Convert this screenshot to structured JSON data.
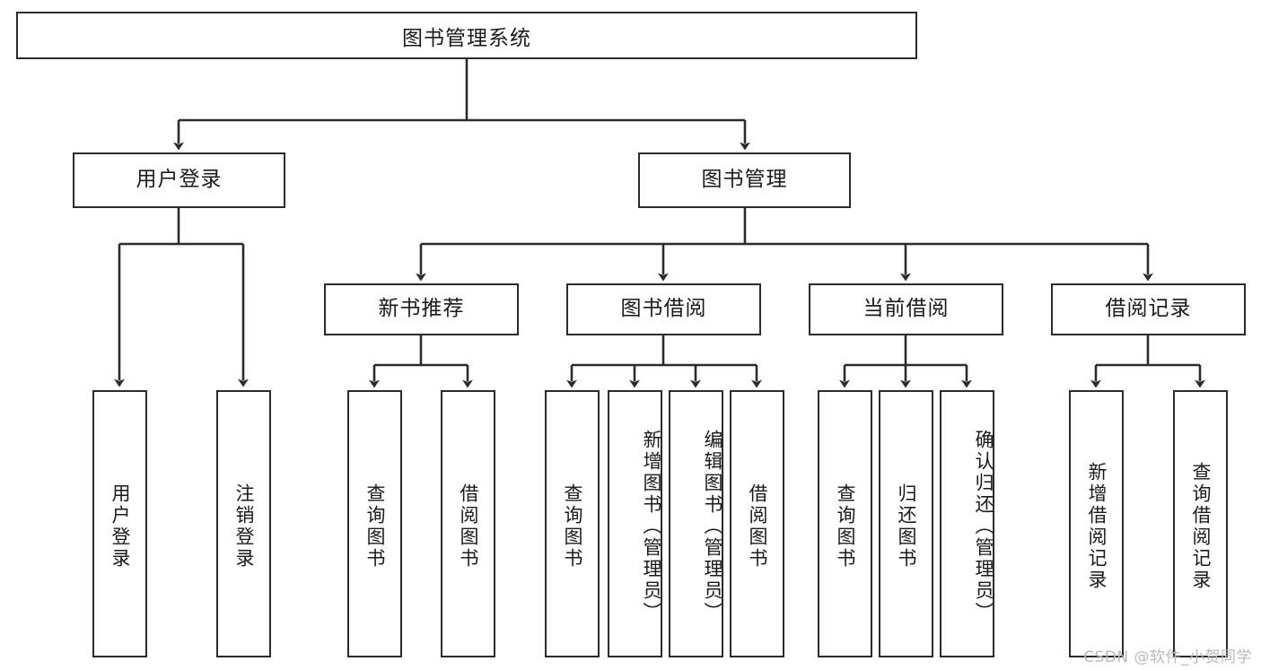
{
  "diagram": {
    "title": "图书管理系统",
    "type": "hierarchy-tree",
    "watermark": "CSDN @软件_小贺同学",
    "colors": {
      "border": "#2b2b2b",
      "text": "#1a1a1a",
      "background": "#ffffff",
      "edge": "#2b2b2b",
      "watermark": "#b9b9b9"
    },
    "levels": {
      "root": {
        "label": "图书管理系统"
      },
      "level2": [
        {
          "id": "user-login",
          "label": "用户登录"
        },
        {
          "id": "book-manage",
          "label": "图书管理"
        }
      ],
      "level3": [
        {
          "id": "new-book-recommend",
          "label": "新书推荐"
        },
        {
          "id": "book-borrow",
          "label": "图书借阅"
        },
        {
          "id": "current-borrow",
          "label": "当前借阅"
        },
        {
          "id": "borrow-record",
          "label": "借阅记录"
        }
      ],
      "leaves": {
        "user_login": [
          {
            "id": "leaf-user-login",
            "label": "用户登录"
          },
          {
            "id": "leaf-logout-login",
            "label": "注销登录"
          }
        ],
        "new_book_recommend": [
          {
            "id": "leaf-query-book-1",
            "label": "查询图书"
          },
          {
            "id": "leaf-borrow-book-1",
            "label": "借阅图书"
          }
        ],
        "book_borrow": [
          {
            "id": "leaf-query-book-2",
            "label": "查询图书"
          },
          {
            "id": "leaf-add-book",
            "label": "新增图书（管理员）"
          },
          {
            "id": "leaf-edit-book",
            "label": "编辑图书（管理员）"
          },
          {
            "id": "leaf-borrow-book-2",
            "label": "借阅图书"
          }
        ],
        "current_borrow": [
          {
            "id": "leaf-query-book-3",
            "label": "查询图书"
          },
          {
            "id": "leaf-return-book",
            "label": "归还图书"
          },
          {
            "id": "leaf-confirm-return",
            "label": "确认归还（管理员）"
          }
        ],
        "borrow_record": [
          {
            "id": "leaf-add-record",
            "label": "新增借阅记录"
          },
          {
            "id": "leaf-query-record",
            "label": "查询借阅记录"
          }
        ]
      }
    }
  }
}
